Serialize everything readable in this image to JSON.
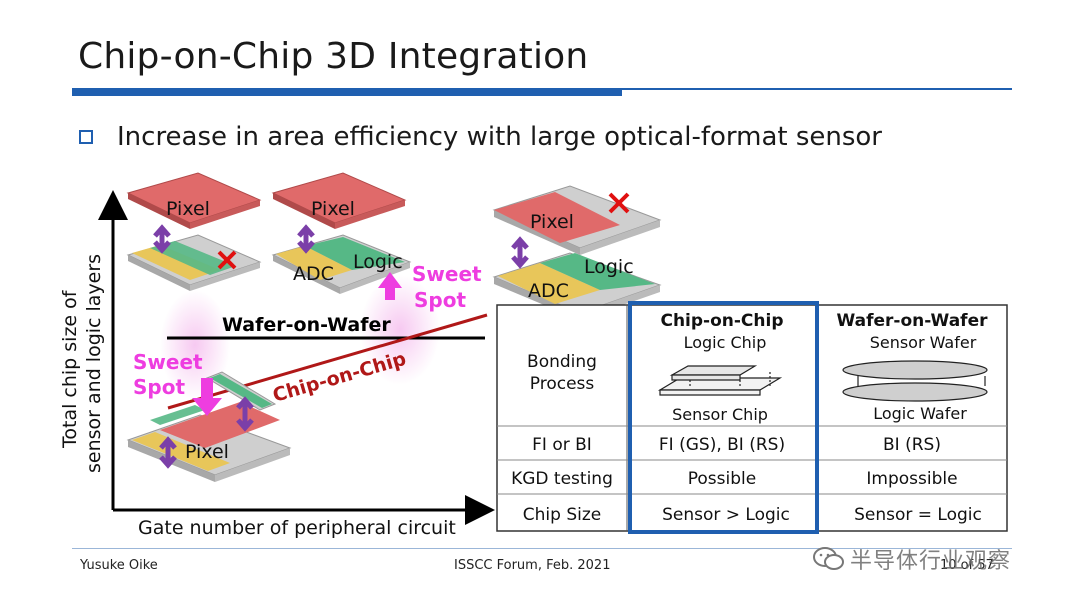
{
  "slide": {
    "title": "Chip-on-Chip 3D Integration",
    "bullet": "Increase in area efficiency with large optical-format sensor"
  },
  "figure": {
    "y_axis_label_line1": "Total chip size of",
    "y_axis_label_line2": "sensor and logic layers",
    "x_axis_label": "Gate number of peripheral circuit",
    "wafer_on_wafer_label": "Wafer-on-Wafer",
    "chip_on_chip_label": "Chip-on-Chip",
    "sweet_spot_left": [
      "Sweet",
      "Spot"
    ],
    "sweet_spot_right": [
      "Sweet",
      "Spot"
    ],
    "chip_labels": {
      "pixel": "Pixel",
      "adc": "ADC",
      "logic": "Logic"
    },
    "colors": {
      "pixel": "#e06a6a",
      "adc": "#e8c65a",
      "logic": "#56b886",
      "arrow_purple": "#7b3fa8",
      "sweet_spot": "#ee3de0",
      "chip_line": "#b01818",
      "accent_blue": "#1f5fb0"
    }
  },
  "table": {
    "col_headers": [
      "",
      "Chip-on-Chip",
      "Wafer-on-Wafer"
    ],
    "bonding_label": [
      "Bonding",
      "Process"
    ],
    "coc_top": "Logic Chip",
    "coc_bottom": "Sensor Chip",
    "wow_top": "Sensor Wafer",
    "wow_bottom": "Logic Wafer",
    "rows": [
      {
        "label": "FI or BI",
        "coc": "FI (GS), BI (RS)",
        "wow": "BI (RS)"
      },
      {
        "label": "KGD testing",
        "coc": "Possible",
        "wow": "Impossible"
      },
      {
        "label": "Chip Size",
        "coc": "Sensor > Logic",
        "wow": "Sensor = Logic"
      }
    ]
  },
  "footer": {
    "author": "Yusuke Oike",
    "event": "ISSCC Forum, Feb. 2021",
    "page": "10 of 57",
    "watermark": "半导体行业观察"
  }
}
